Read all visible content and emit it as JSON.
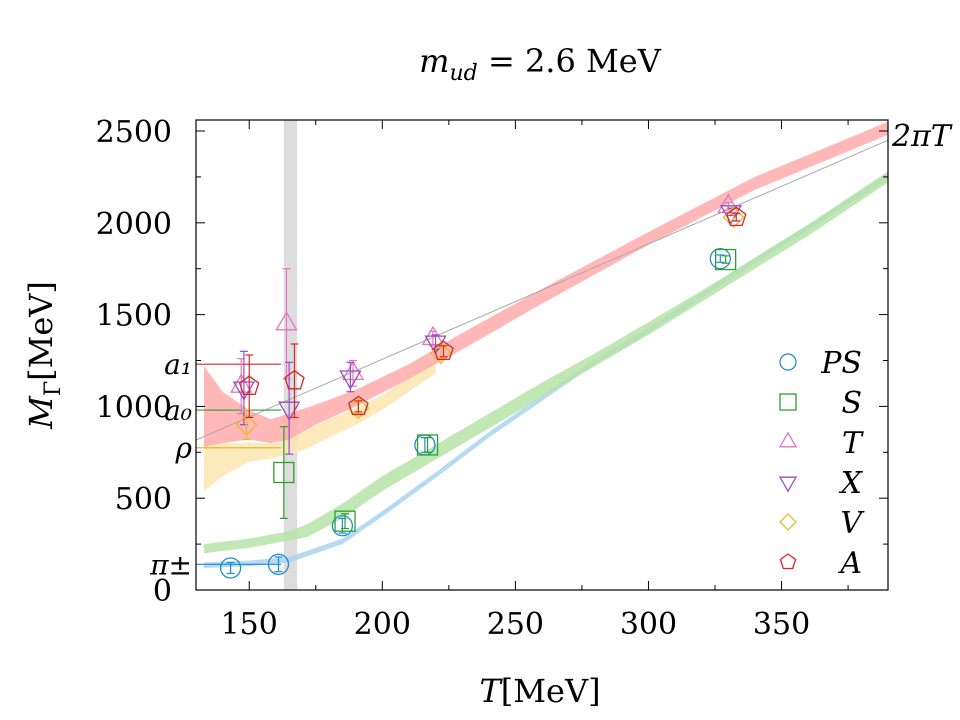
{
  "chart_data": {
    "type": "scatter",
    "title": "m_ud = 2.6 MeV",
    "title_parts": {
      "var": "m",
      "sub": "ud",
      "rest": " = 2.6 MeV"
    },
    "xlabel": "T[MeV]",
    "xlabel_parts": {
      "var": "T",
      "unit": "[MeV]"
    },
    "ylabel": "M_Γ[MeV]",
    "ylabel_parts": {
      "var": "M",
      "sub": "Γ",
      "unit": "[MeV]"
    },
    "xlim": [
      130,
      390
    ],
    "ylim": [
      0,
      2560
    ],
    "xticks": [
      "150",
      "200",
      "250",
      "300",
      "350"
    ],
    "yticks": [
      "0",
      "500",
      "1000",
      "1500",
      "2000",
      "2500"
    ],
    "grid": false,
    "legend_position": "right",
    "transition_band": {
      "x": [
        163,
        168
      ],
      "color": "#dddddd"
    },
    "reference_line": {
      "label": "2πT",
      "x": [
        130,
        390
      ],
      "y": [
        817,
        2450
      ],
      "color": "#aaaaaa"
    },
    "reference_levels": [
      {
        "label": "a₁",
        "value": 1230,
        "x_end": 162,
        "color": "#d62728"
      },
      {
        "label": "a₀",
        "value": 980,
        "x_end": 162,
        "color": "#2ca02c"
      },
      {
        "label": "ρ",
        "value": 775,
        "x_end": 162,
        "color": "#e8b830"
      },
      {
        "label": "π±",
        "value": 140,
        "x_end": 162,
        "color": "#1f8bd1"
      }
    ],
    "bands": [
      {
        "name": "PS band",
        "color": "#a8d4f0",
        "x": [
          133,
          150,
          165,
          185,
          200,
          220,
          240,
          260,
          280,
          300,
          320,
          340,
          360,
          390
        ],
        "lower": [
          120,
          130,
          150,
          250,
          400,
          610,
          830,
          1030,
          1230,
          1400,
          1590,
          1780,
          1960,
          2240
        ],
        "upper": [
          150,
          160,
          180,
          280,
          430,
          640,
          860,
          1060,
          1260,
          1430,
          1620,
          1810,
          1990,
          2270
        ]
      },
      {
        "name": "S band",
        "color": "#b6e3a8",
        "x": [
          133,
          150,
          165,
          172,
          185,
          200,
          220,
          240,
          260,
          280,
          300,
          320,
          340,
          360,
          390
        ],
        "lower": [
          200,
          230,
          270,
          290,
          390,
          540,
          710,
          880,
          1050,
          1220,
          1390,
          1570,
          1750,
          1930,
          2220
        ],
        "upper": [
          250,
          280,
          320,
          360,
          470,
          620,
          790,
          960,
          1130,
          1290,
          1460,
          1630,
          1810,
          1990,
          2280
        ]
      },
      {
        "name": "V band",
        "color": "#fbe6b0",
        "x": [
          133,
          140,
          150,
          160,
          170,
          180,
          190,
          200,
          220
        ],
        "lower": [
          540,
          620,
          700,
          720,
          760,
          830,
          900,
          980,
          1180
        ],
        "upper": [
          820,
          800,
          800,
          800,
          860,
          930,
          990,
          1060,
          1260
        ]
      },
      {
        "name": "A band",
        "color": "#ffaaaa",
        "x": [
          133,
          140,
          150,
          158,
          165,
          175,
          190,
          210,
          230,
          260,
          300,
          340,
          390
        ],
        "lower": [
          780,
          800,
          820,
          800,
          820,
          900,
          1000,
          1150,
          1310,
          1560,
          1880,
          2180,
          2480
        ],
        "upper": [
          1220,
          1080,
          980,
          930,
          960,
          1010,
          1090,
          1230,
          1400,
          1640,
          1950,
          2250,
          2550
        ]
      }
    ],
    "series": [
      {
        "name": "PS",
        "marker": "circle",
        "color": "#1f8bd1",
        "points": [
          {
            "x": 143,
            "y": 120,
            "yerr": 30
          },
          {
            "x": 161,
            "y": 140,
            "yerr": 40
          },
          {
            "x": 185,
            "y": 350,
            "yerr": 40
          },
          {
            "x": 216,
            "y": 790,
            "yerr": 40
          },
          {
            "x": 327,
            "y": 1805,
            "yerr": 20
          }
        ]
      },
      {
        "name": "S",
        "marker": "square",
        "color": "#2ca02c",
        "points": [
          {
            "x": 163,
            "y": 640,
            "yerr": 250
          },
          {
            "x": 186,
            "y": 375,
            "yerr": 40
          },
          {
            "x": 217,
            "y": 790,
            "yerr": 40
          },
          {
            "x": 329,
            "y": 1800,
            "yerr": 20
          }
        ]
      },
      {
        "name": "T",
        "marker": "triangle-up",
        "color": "#e377c2",
        "points": [
          {
            "x": 147,
            "y": 1110,
            "yerr": 150
          },
          {
            "x": 164,
            "y": 1450,
            "yerr": 300
          },
          {
            "x": 189,
            "y": 1180,
            "yerr": 70
          },
          {
            "x": 219,
            "y": 1370,
            "yerr": 40
          },
          {
            "x": 330,
            "y": 2090,
            "yerr": 20
          }
        ]
      },
      {
        "name": "X",
        "marker": "triangle-down",
        "color": "#9a4dbf",
        "points": [
          {
            "x": 148,
            "y": 1100,
            "yerr": 200
          },
          {
            "x": 165,
            "y": 990,
            "yerr": 250
          },
          {
            "x": 188,
            "y": 1160,
            "yerr": 80
          },
          {
            "x": 220,
            "y": 1350,
            "yerr": 40
          },
          {
            "x": 331,
            "y": 2060,
            "yerr": 20
          }
        ]
      },
      {
        "name": "V",
        "marker": "diamond",
        "color": "#e8b830",
        "points": [
          {
            "x": 149,
            "y": 900,
            "yerr": 80
          },
          {
            "x": 191,
            "y": 990,
            "yerr": 30
          },
          {
            "x": 222,
            "y": 1290,
            "yerr": 30
          },
          {
            "x": 332,
            "y": 2030,
            "yerr": 20
          }
        ]
      },
      {
        "name": "A",
        "marker": "pentagon",
        "color": "#d62728",
        "points": [
          {
            "x": 150,
            "y": 1110,
            "yerr": 170
          },
          {
            "x": 167,
            "y": 1140,
            "yerr": 200
          },
          {
            "x": 191,
            "y": 1000,
            "yerr": 30
          },
          {
            "x": 223,
            "y": 1300,
            "yerr": 30
          },
          {
            "x": 333,
            "y": 2030,
            "yerr": 20
          }
        ]
      }
    ]
  }
}
